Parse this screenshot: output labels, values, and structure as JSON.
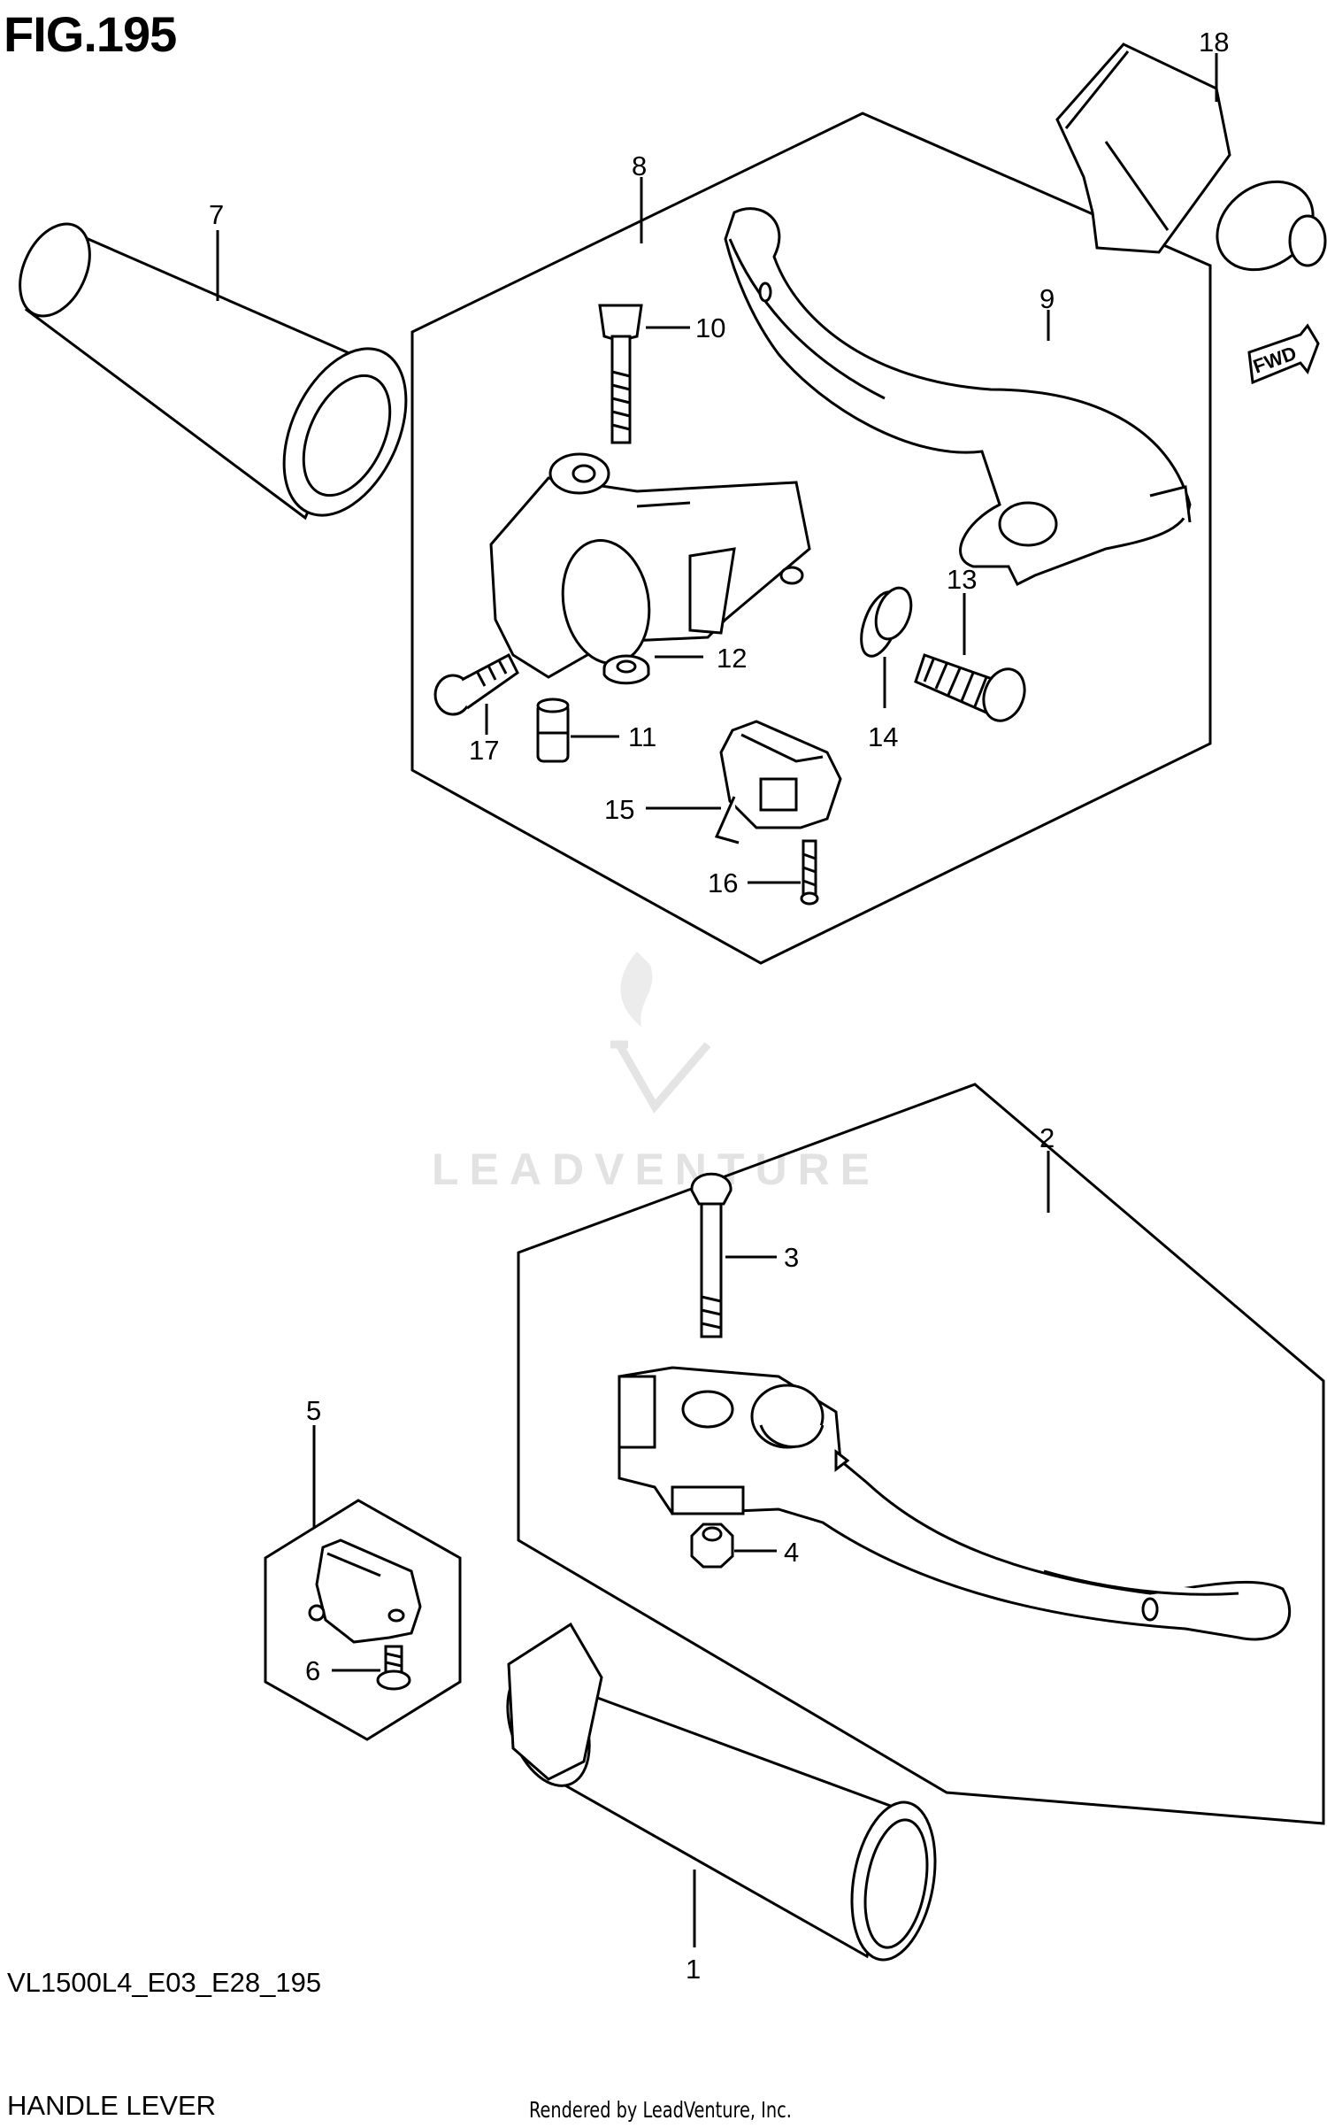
{
  "figure": {
    "title": "FIG.195",
    "model_code": "VL1500L4_E03_E28_195",
    "name": "HANDLE LEVER",
    "rendered_by": "Rendered by LeadVenture, Inc.",
    "watermark": "LEADVENTURE",
    "fwd_label": "FWD"
  },
  "callouts": [
    "1",
    "2",
    "3",
    "4",
    "5",
    "6",
    "7",
    "8",
    "9",
    "10",
    "11",
    "12",
    "13",
    "14",
    "15",
    "16",
    "17",
    "18"
  ]
}
